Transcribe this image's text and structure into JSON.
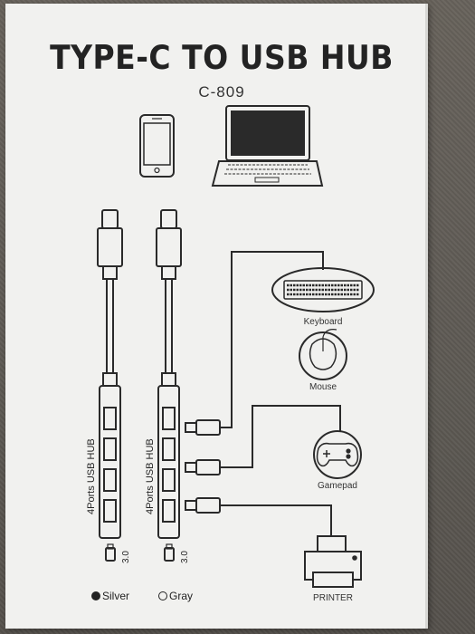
{
  "package": {
    "title": "TYPE-C TO USB HUB",
    "model": "C-809"
  },
  "hubs": [
    {
      "label": "4Ports USB HUB",
      "version": "3.0"
    },
    {
      "label": "4Ports USB HUB",
      "version": "3.0"
    }
  ],
  "devices": {
    "keyboard": "Keyboard",
    "mouse": "Mouse",
    "gamepad": "Gamepad",
    "printer": "PRINTER"
  },
  "color_options": [
    {
      "label": "Silver",
      "selected": true
    },
    {
      "label": "Gray",
      "selected": false
    }
  ]
}
